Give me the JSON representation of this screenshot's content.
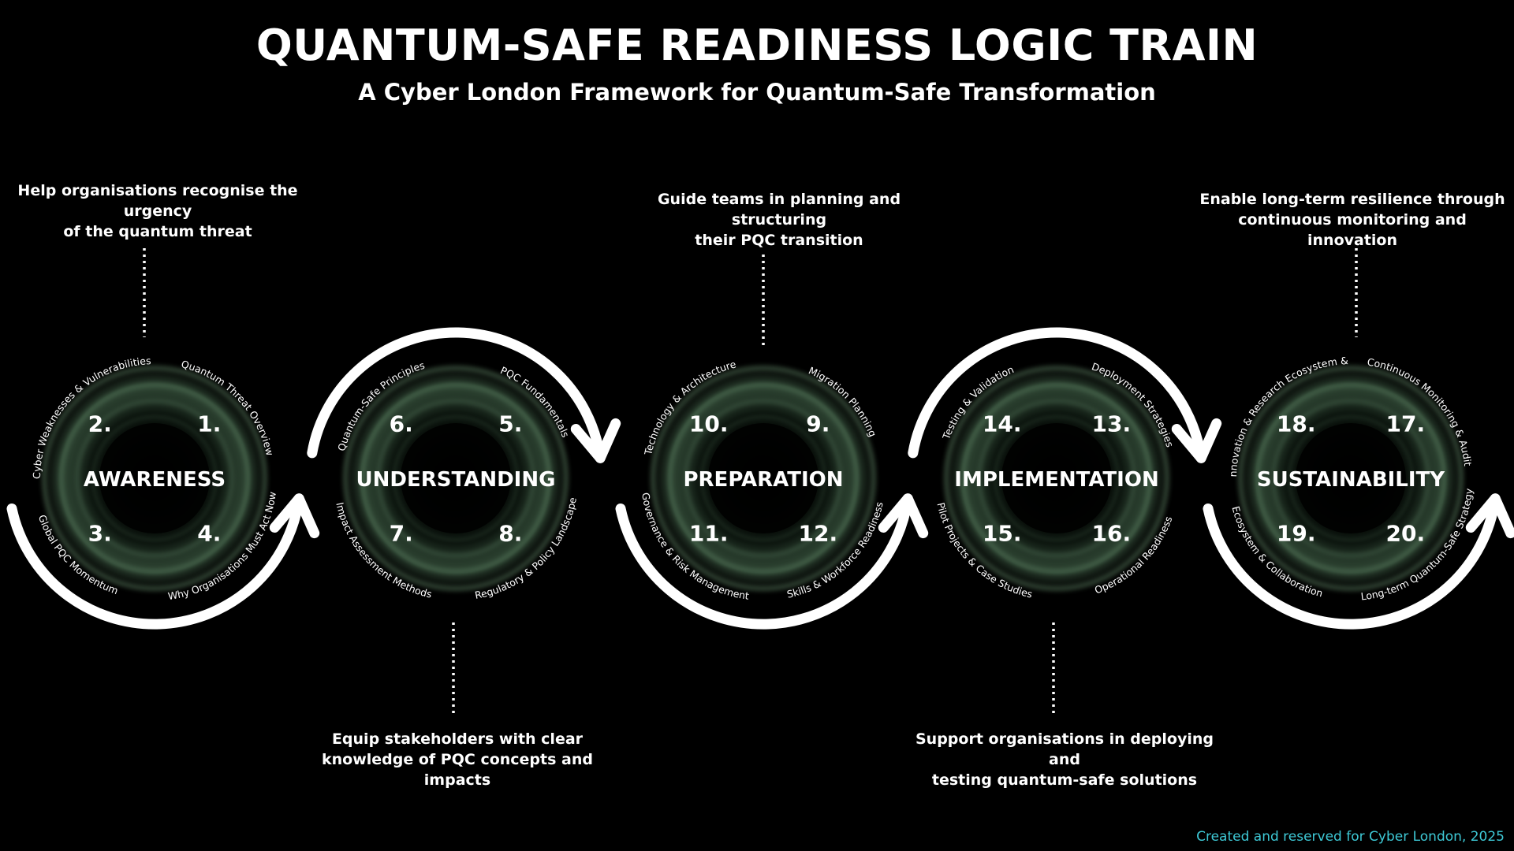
{
  "title": "QUANTUM-SAFE READINESS LOGIC TRAIN",
  "subtitle": "A Cyber London Framework for Quantum-Safe Transformation",
  "footer": "Created and reserved for Cyber London, 2025",
  "colors": {
    "background": "#000000",
    "text": "#ffffff",
    "footer": "#3ec9d6",
    "glow": "#7fae86"
  },
  "phases": [
    {
      "label": "AWARENESS",
      "description": [
        "Help organisations recognise the urgency",
        "of the quantum threat"
      ],
      "steps": [
        {
          "num": "1.",
          "text": "Quantum Threat Overview"
        },
        {
          "num": "2.",
          "text": "Cyber Weaknesses & Vulnerabilities"
        },
        {
          "num": "3.",
          "text": "Global PQC Momentum"
        },
        {
          "num": "4.",
          "text": "Why Organisations Must Act Now"
        }
      ]
    },
    {
      "label": "UNDERSTANDING",
      "description": [
        "Equip stakeholders with clear",
        "knowledge of PQC concepts and impacts"
      ],
      "steps": [
        {
          "num": "5.",
          "text": "PQC Fundamentals"
        },
        {
          "num": "6.",
          "text": "Quantum-Safe Principles"
        },
        {
          "num": "7.",
          "text": "Impact Assessment Methods"
        },
        {
          "num": "8.",
          "text": "Regulatory & Policy Landscape"
        }
      ]
    },
    {
      "label": "PREPARATION",
      "description": [
        "Guide teams in planning and structuring",
        "their PQC transition"
      ],
      "steps": [
        {
          "num": "9.",
          "text": "Migration Planning"
        },
        {
          "num": "10.",
          "text": "Technology & Architecture"
        },
        {
          "num": "11.",
          "text": "Governance & Risk Management"
        },
        {
          "num": "12.",
          "text": "Skills & Workforce Readiness"
        }
      ]
    },
    {
      "label": "IMPLEMENTATION",
      "description": [
        "Support organisations in deploying and",
        "testing quantum-safe solutions"
      ],
      "steps": [
        {
          "num": "13.",
          "text": "Deployment Strategies"
        },
        {
          "num": "14.",
          "text": "Testing & Validation"
        },
        {
          "num": "15.",
          "text": "Pilot Projects & Case Studies"
        },
        {
          "num": "16.",
          "text": "Operational Readiness"
        }
      ]
    },
    {
      "label": "SUSTAINABILITY",
      "description": [
        "Enable long-term resilience through",
        "continuous monitoring and innovation"
      ],
      "steps": [
        {
          "num": "17.",
          "text": "Continuous Monitoring & Audit"
        },
        {
          "num": "18.",
          "text": "Innovation & Research Ecosystem &"
        },
        {
          "num": "19.",
          "text": "Ecosystem & Collaboration"
        },
        {
          "num": "20.",
          "text": "Long-term Quantum-Safe Strategy"
        }
      ]
    }
  ]
}
